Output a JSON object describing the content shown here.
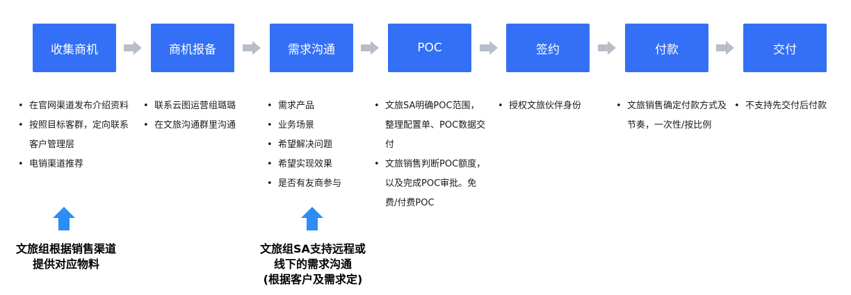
{
  "colors": {
    "step_fill": "#3370f5",
    "arrow_gray": "#b7bec9",
    "up_arrow": "#2c8df4"
  },
  "steps": [
    "收集商机",
    "商机报备",
    "需求沟通",
    "POC",
    "签约",
    "付款",
    "交付"
  ],
  "details": [
    [
      "在官网渠道发布介绍资料",
      "按照目标客群，定向联系客户管理层",
      "电销渠道推荐"
    ],
    [
      "联系云图运营组璐璐",
      "在文旅沟通群里沟通"
    ],
    [
      "需求产品",
      "业务场景",
      "希望解决问题",
      "希望实现效果",
      "是否有友商参与"
    ],
    [
      "文旅SA明确POC范围，整理配置单、POC数据交付",
      "文旅销售判断POC额度，以及完成POC审批。免费/付费POC"
    ],
    [
      "授权文旅伙伴身份"
    ],
    [
      "文旅销售确定付款方式及节奏，一次性/按比例"
    ],
    [
      "不支持先交付后付款"
    ]
  ],
  "notes": [
    {
      "lines": [
        "文旅组根据销售渠道",
        "提供对应物料"
      ]
    },
    {
      "lines": [
        "文旅组SA支持远程或",
        "线下的需求沟通",
        "(根据客户及需求定)"
      ]
    }
  ]
}
